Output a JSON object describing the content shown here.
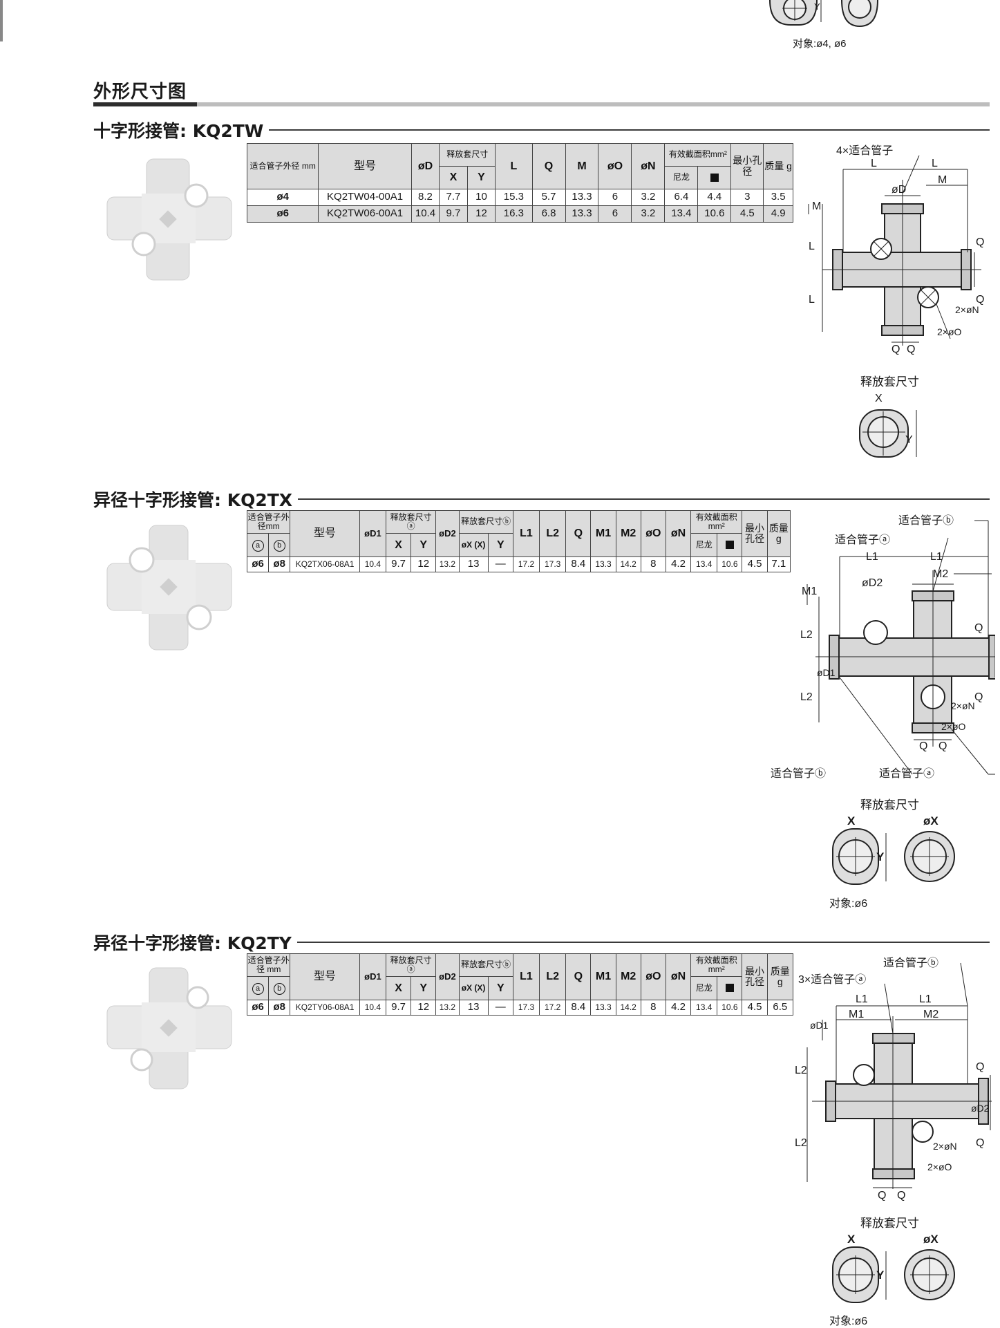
{
  "top_caption": "对象:ø4, ø6",
  "top_labels": {
    "y": "Y"
  },
  "main_title": "外形尺寸图",
  "sections": [
    {
      "heading": "十字形接管: KQ2TW",
      "headers": {
        "tube": "适合管子外径 mm",
        "model": "型号",
        "d": "øD",
        "release": "释放套尺寸",
        "x": "X",
        "y": "Y",
        "l": "L",
        "q": "Q",
        "m": "M",
        "o": "øO",
        "n": "øN",
        "area": "有效截面积mm²",
        "nylon": "尼龙",
        "min_hole": "最小孔径",
        "mass": "质量 g"
      },
      "rows": [
        [
          "ø4",
          "KQ2TW04-00A1",
          "8.2",
          "7.7",
          "10",
          "15.3",
          "5.7",
          "13.3",
          "6",
          "3.2",
          "6.4",
          "4.4",
          "3",
          "3.5"
        ],
        [
          "ø6",
          "KQ2TW06-00A1",
          "10.4",
          "9.7",
          "12",
          "16.3",
          "6.8",
          "13.3",
          "6",
          "3.2",
          "13.4",
          "10.6",
          "4.5",
          "4.9"
        ]
      ],
      "drawing": {
        "tube_label": "4×适合管子",
        "l": "L",
        "m": "M",
        "d": "øD",
        "q": "Q",
        "n": "2×øN",
        "o": "2×øO"
      },
      "release_title": "释放套尺寸",
      "release_x": "X",
      "release_y": "Y"
    },
    {
      "heading": "异径十字形接管: KQ2TX",
      "headers": {
        "tube": "适合管子外径mm",
        "a": "a",
        "b": "b",
        "model": "型号",
        "d1": "øD1",
        "release_a": "释放套尺寸ⓐ",
        "x": "X",
        "y": "Y",
        "d2": "øD2",
        "release_b": "释放套尺寸ⓑ",
        "ox": "øX (X)",
        "l1": "L1",
        "l2": "L2",
        "q": "Q",
        "m1": "M1",
        "m2": "M2",
        "o": "øO",
        "n": "øN",
        "area": "有效截面积 mm²",
        "nylon": "尼龙",
        "min_hole": "最小孔径",
        "mass": "质量 g"
      },
      "rows": [
        [
          "ø6",
          "ø8",
          "KQ2TX06-08A1",
          "10.4",
          "9.7",
          "12",
          "13.2",
          "13",
          "—",
          "17.2",
          "17.3",
          "8.4",
          "13.3",
          "14.2",
          "8",
          "4.2",
          "13.4",
          "10.6",
          "4.5",
          "7.1"
        ]
      ],
      "drawing": {
        "tube_a": "适合管子ⓐ",
        "tube_b": "适合管子ⓑ",
        "l1": "L1",
        "l2": "L2",
        "m1": "M1",
        "m2": "M2",
        "d1": "øD1",
        "d2": "øD2",
        "q": "Q",
        "n": "2×øN",
        "o": "2×øO"
      },
      "release_title": "释放套尺寸",
      "release_x": "X",
      "release_y": "Y",
      "release_ox": "øX",
      "caption": "对象:ø6"
    },
    {
      "heading": "异径十字形接管: KQ2TY",
      "headers": {
        "tube": "适合管子外径 mm",
        "a": "a",
        "b": "b",
        "model": "型号",
        "d1": "øD1",
        "release_a": "释放套尺寸ⓐ",
        "x": "X",
        "y": "Y",
        "d2": "øD2",
        "release_b": "释放套尺寸ⓑ",
        "ox": "øX (X)",
        "l1": "L1",
        "l2": "L2",
        "q": "Q",
        "m1": "M1",
        "m2": "M2",
        "o": "øO",
        "n": "øN",
        "area": "有效截面积 mm²",
        "nylon": "尼龙",
        "min_hole": "最小孔径",
        "mass": "质量 g"
      },
      "rows": [
        [
          "ø6",
          "ø8",
          "KQ2TY06-08A1",
          "10.4",
          "9.7",
          "12",
          "13.2",
          "13",
          "—",
          "17.3",
          "17.2",
          "8.4",
          "13.3",
          "14.2",
          "8",
          "4.2",
          "13.4",
          "10.6",
          "4.5",
          "6.5"
        ]
      ],
      "drawing": {
        "tube_a": "3×适合管子ⓐ",
        "tube_b": "适合管子ⓑ",
        "l1": "L1",
        "l2": "L2",
        "m1": "M1",
        "m2": "M2",
        "d1": "øD1",
        "d2": "øD2",
        "q": "Q",
        "n": "2×øN",
        "o": "2×øO"
      },
      "release_title": "释放套尺寸",
      "release_x": "X",
      "release_y": "Y",
      "release_ox": "øX",
      "caption": "对象:ø6"
    }
  ]
}
